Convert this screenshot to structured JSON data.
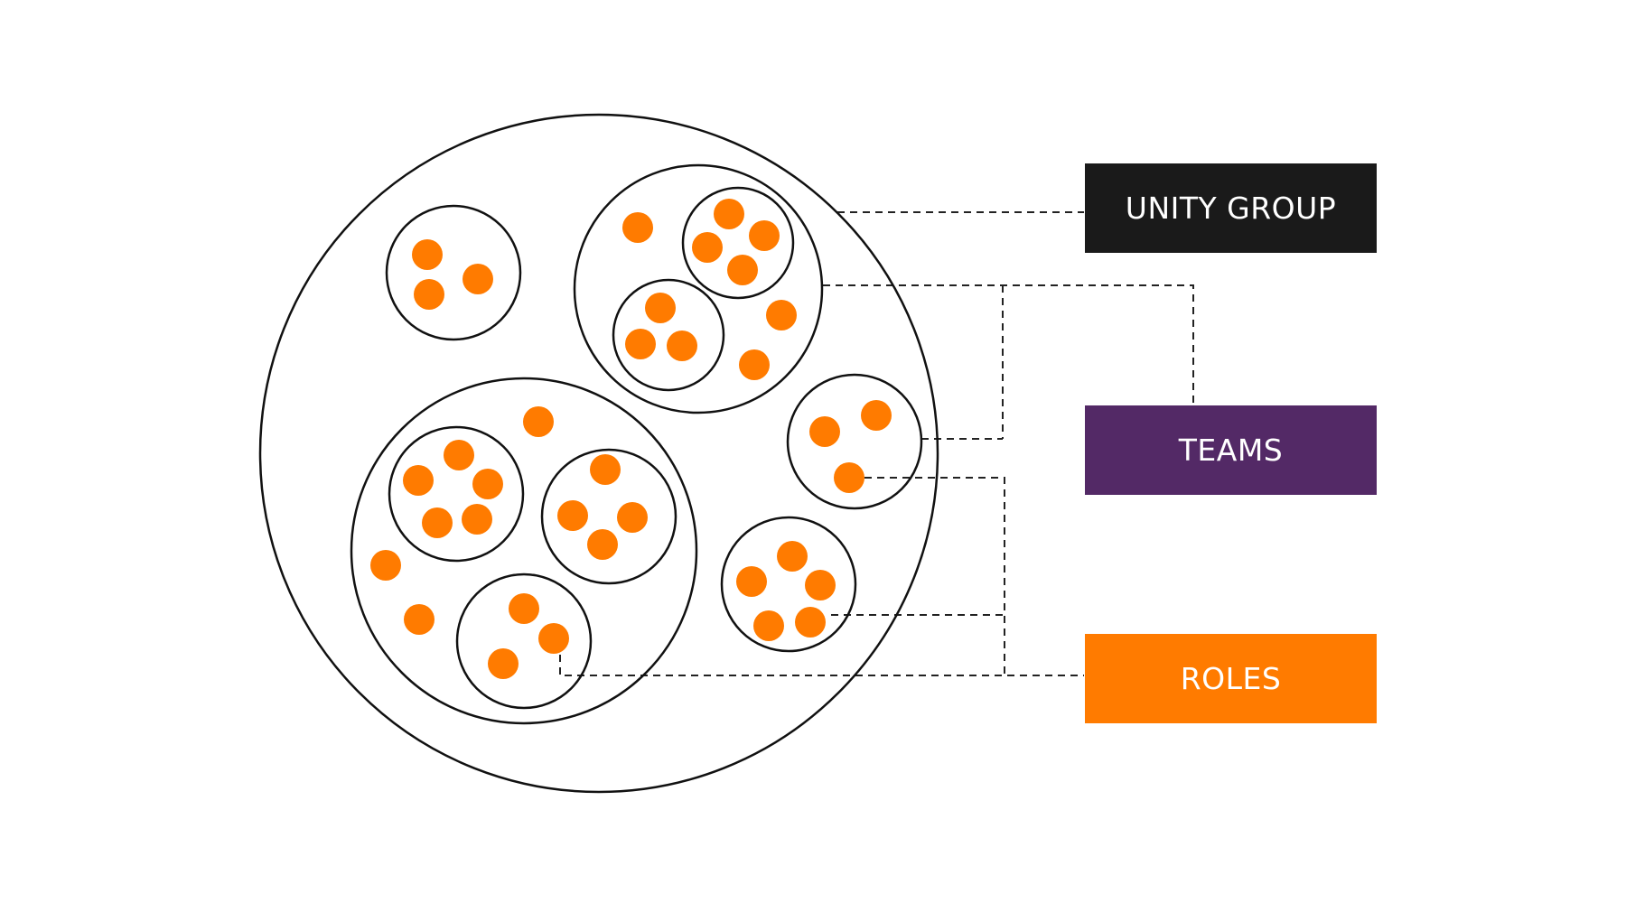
{
  "legend": {
    "unity_group": {
      "label": "UNITY GROUP",
      "color": "#1a1a1a"
    },
    "teams": {
      "label": "TEAMS",
      "color": "#532966"
    },
    "roles": {
      "label": "ROLES",
      "color": "#ff7b00"
    }
  },
  "colors": {
    "dot": "#ff7b00",
    "circle_stroke": "#111111",
    "connector": "#222222",
    "background": "#ffffff"
  }
}
